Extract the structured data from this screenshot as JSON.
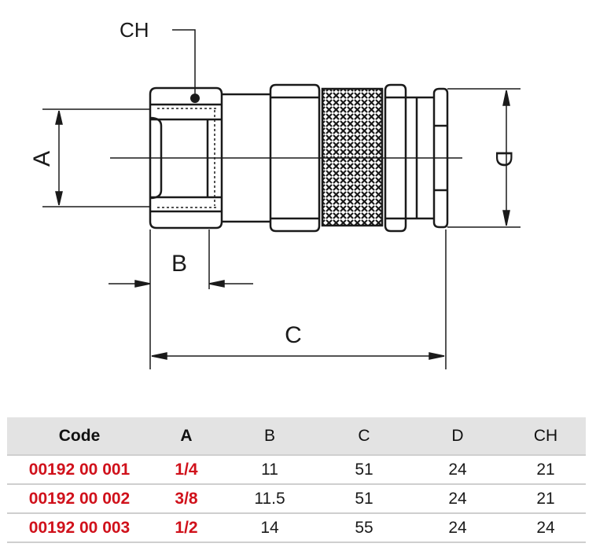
{
  "drawing": {
    "labels": {
      "ch": "CH",
      "a": "A",
      "b": "B",
      "c": "C",
      "d": "D"
    }
  },
  "table": {
    "headers": [
      "Code",
      "A",
      "B",
      "C",
      "D",
      "CH"
    ],
    "rows": [
      [
        "00192 00 001",
        "1/4",
        "11",
        "51",
        "24",
        "21"
      ],
      [
        "00192 00 002",
        "3/8",
        "11.5",
        "51",
        "24",
        "21"
      ],
      [
        "00192 00 003",
        "1/2",
        "14",
        "55",
        "24",
        "24"
      ]
    ],
    "highlight_color": "#d0111b"
  }
}
